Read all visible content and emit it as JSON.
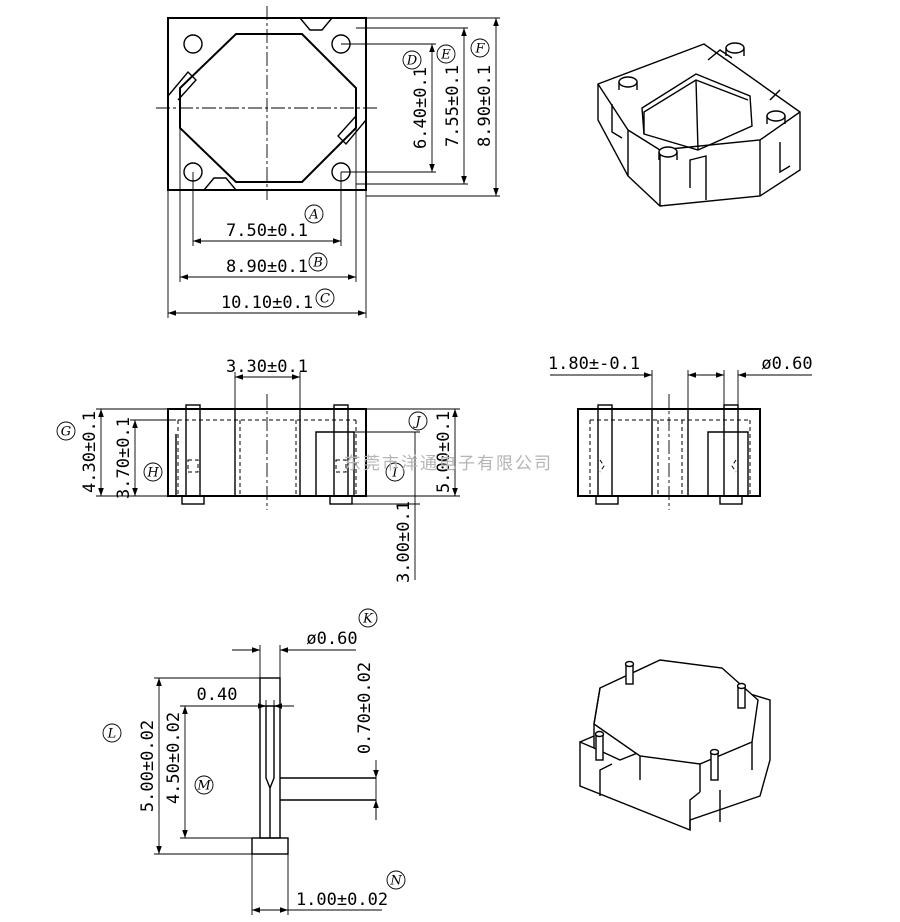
{
  "dimensions": {
    "a": "7.50±0.1",
    "b": "8.90±0.1",
    "c": "10.10±0.1",
    "d": "6.40±0.1",
    "e": "7.55±0.1",
    "f": "8.90±0.1",
    "g": "4.30±0.1",
    "h": "3.70±0.1",
    "i": "3.00±0.1",
    "j": "5.00±0.1",
    "center_width": "3.30±0.1",
    "side_slot": "1.80±-0.1",
    "side_pin_dia": "ø0.60",
    "pin_dia": "ø0.60",
    "pin_tip": "0.40",
    "pin_top": "0.70±0.02",
    "l": "5.00±0.02",
    "m": "4.50±0.02",
    "n": "1.00±0.02"
  },
  "labels": {
    "a": "A",
    "b": "B",
    "c": "C",
    "d": "D",
    "e": "E",
    "f": "F",
    "g": "G",
    "h": "H",
    "i": "I",
    "j": "J",
    "k": "K",
    "l": "L",
    "m": "M",
    "n": "N"
  },
  "watermark": "东莞市洋通电子有限公司",
  "icons": [
    "circled-letter-icon"
  ]
}
